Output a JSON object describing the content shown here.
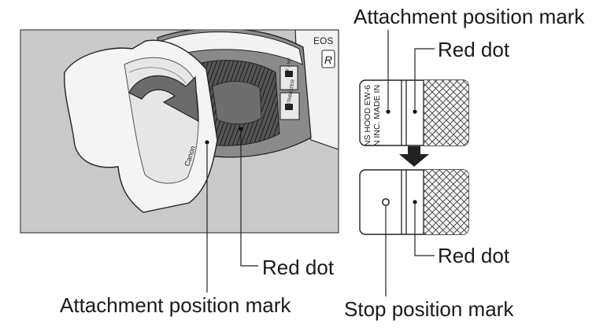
{
  "labels": {
    "top_attachment_mark": "Attachment position mark",
    "top_red_dot": "Red dot",
    "photo_red_dot": "Red dot",
    "bottom_attachment_mark": "Attachment position mark",
    "lower_red_dot": "Red dot",
    "stop_position_mark": "Stop position mark"
  },
  "printed_text": {
    "camera_brand": "EOS",
    "mode_badge": "R",
    "hood_brand": "Canon",
    "af_switch": "AF / MF",
    "stabilizer_switch": "STABILIZER",
    "hood_strip_line1": "NS HOOD EW-6",
    "hood_strip_line2": "N INC. MADE IN"
  },
  "colors": {
    "photo_background": "#c9c9c9",
    "ink": "#1a1a1a",
    "hood_white": "#f4f4f4"
  }
}
